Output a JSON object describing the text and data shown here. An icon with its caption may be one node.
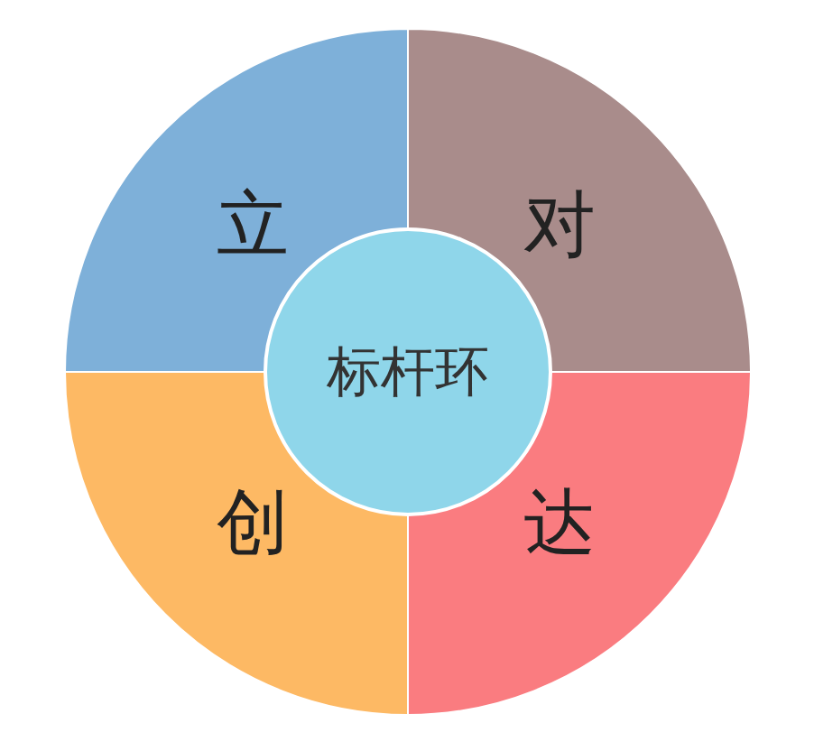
{
  "diagram": {
    "nodes": [
      {
        "text": [
          "立"
        ]
      },
      {
        "text": [
          "对"
        ]
      },
      {
        "text": [
          "创"
        ]
      },
      {
        "text": [
          "达"
        ]
      },
      {
        "text": [
          "标杆环"
        ]
      }
    ]
  }
}
